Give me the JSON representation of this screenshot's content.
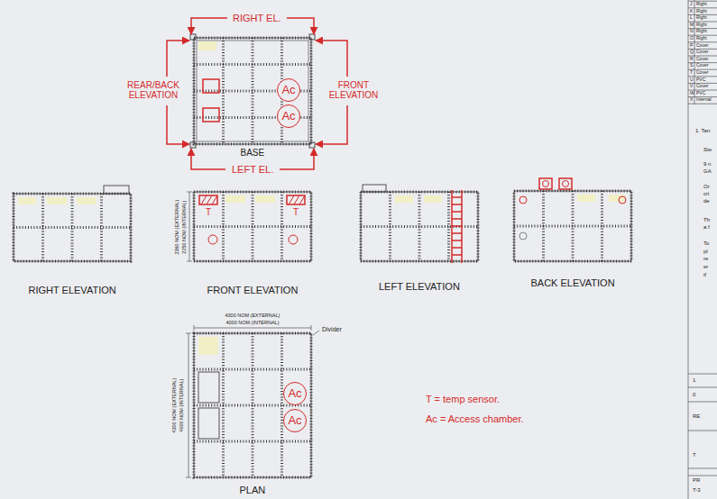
{
  "diagram": {
    "nodes": [
      {
        "text": [
          "Ac"
        ]
      },
      {
        "text": [
          "Ac"
        ]
      },
      {
        "text": [
          "Ac"
        ]
      },
      {
        "text": [
          "Ac"
        ]
      }
    ],
    "labels": [
      "RIGHT EL.",
      "REAR/BACK ELEVATION",
      "FRONT ELEVATION",
      "BASE",
      "LEFT EL.",
      "RIGHT ELEVATION",
      "2360 NOM (EXTERNAL)",
      "2250 NOM (INTERNAL)",
      "T",
      "T",
      "FRONT ELEVATION",
      "LEFT ELEVATION",
      "BACK ELEVATION",
      "4300 NOM (EXTERNAL)",
      "4000 NOM (INTERNAL)",
      "4300 NOM (EXTERNAL)",
      "4000 NOM (INTERNAL)",
      "Divider",
      "PLAN",
      "T = temp sensor.",
      "Ac = Access chamber.",
      "J",
      "Right",
      "K",
      "Right",
      "L",
      "Right",
      "M",
      "Right",
      "N",
      "Right",
      "O",
      "Right",
      "P",
      "Cover",
      "Q",
      "Cover",
      "R",
      "Cover",
      "S",
      "Cover",
      "T",
      "Cover",
      "U",
      "PVC",
      "V",
      "Cover",
      "W",
      "PVC",
      "X",
      "Internal",
      "1. Tan",
      "Ste",
      "9 n",
      "GA",
      "Or",
      "cri",
      "de",
      "Th",
      "a f",
      "To",
      "pl",
      "re",
      "er",
      "if",
      "1",
      "0",
      "RE",
      "T",
      "PR",
      "T-3"
    ]
  }
}
